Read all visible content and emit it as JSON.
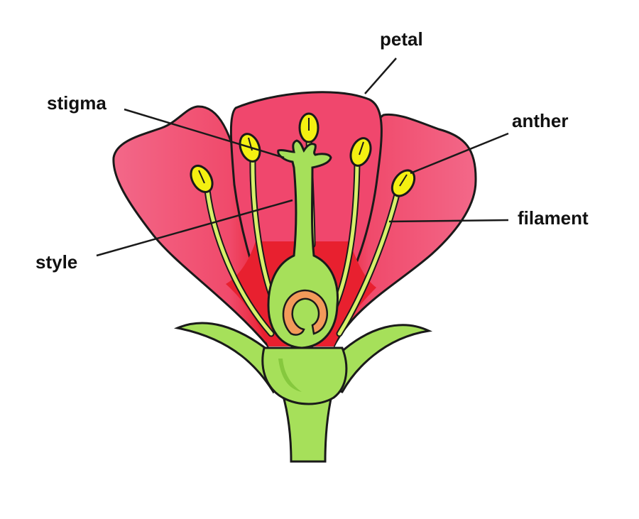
{
  "labels": {
    "petal": "petal",
    "stigma": "stigma",
    "anther": "anther",
    "filament": "filament",
    "style": "style"
  },
  "colors": {
    "petal": "#f0436a",
    "petal_light": "#f47b95",
    "petal_shadow": "#e8202f",
    "green": "#a6e05a",
    "green_dark": "#86c83e",
    "anther": "#f4f011",
    "ovule": "#f29a5a",
    "outline": "#1a1a1a"
  }
}
